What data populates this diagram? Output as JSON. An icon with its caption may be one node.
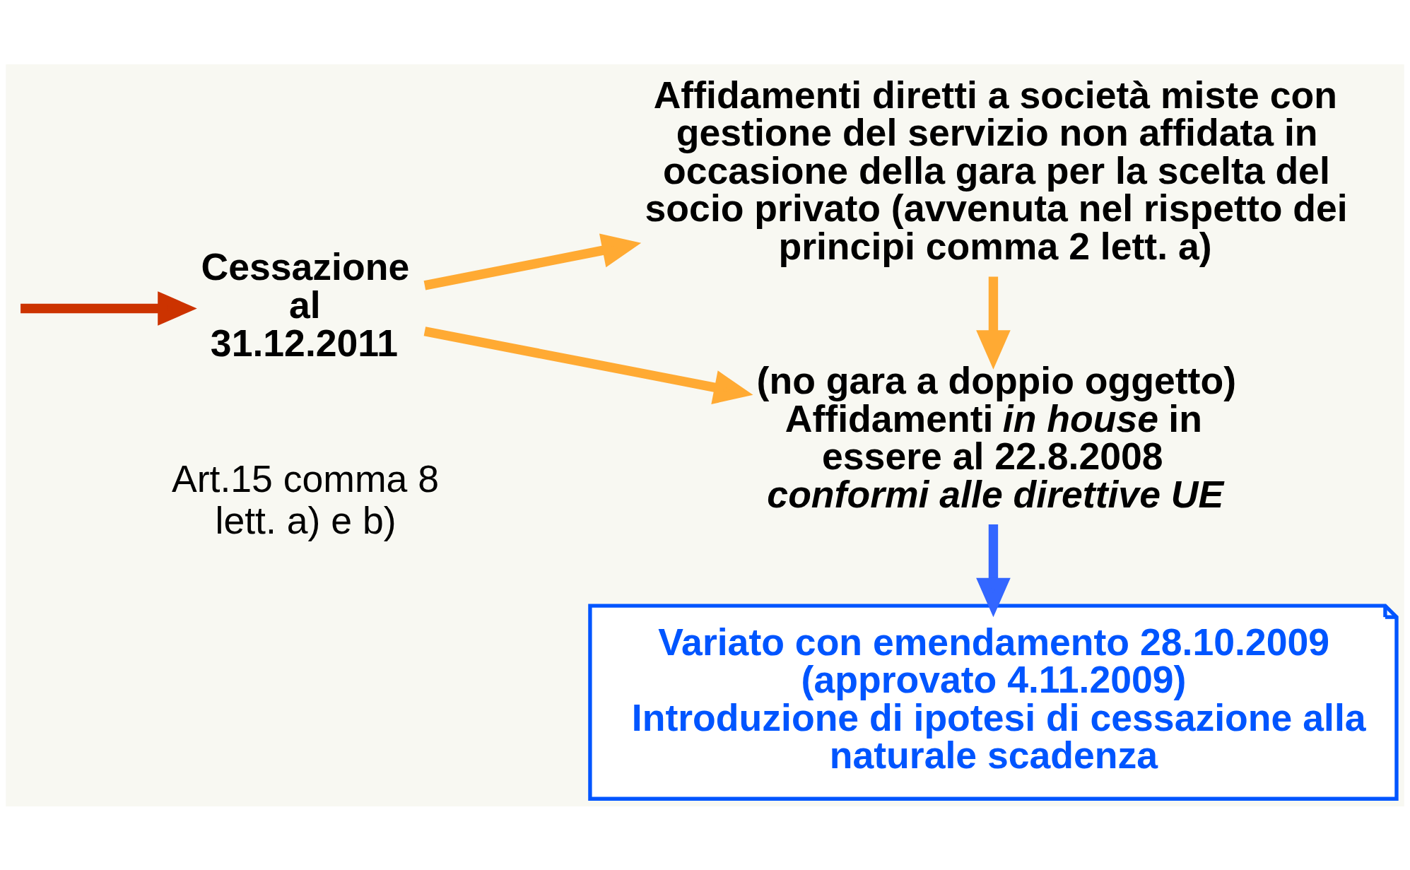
{
  "diagram": {
    "nodes": [
      {
        "text": [
          "Cessazione al 31.12.2011"
        ],
        "beside": [
          "Art.15 comma 8 lett. a) e b)"
        ]
      },
      {
        "text": [
          "Affidamenti diretti a società miste con gestione del servizio non affidata in occasione della gara per la scelta del socio privato (avvenuta nel rispetto dei principi comma 2 lett. a)"
        ]
      },
      {
        "text": [
          "(no gara a doppio oggetto)",
          "Affidamenti *in house* in essere al 22.8.2008",
          "conformi alle direttive UE"
        ]
      },
      {
        "text": [
          "Variato con emendamento 28.10.2009 (approvato 4.11.2009)",
          "Introduzione di ipotesi di cessazione alla naturale scadenza"
        ]
      }
    ],
    "edges": [
      {
        "from": null,
        "to": 0,
        "arrow": "to",
        "color": "#cc3300"
      },
      {
        "from": 0,
        "to": 1,
        "arrow": "to",
        "color": "#ffaa33"
      },
      {
        "from": 0,
        "to": 2,
        "arrow": "to",
        "color": "#ffaa33"
      },
      {
        "from": 1,
        "to": 2,
        "arrow": "to",
        "color": "#ffaa33"
      },
      {
        "from": 2,
        "to": 3,
        "arrow": "to",
        "color": "#3366ff"
      }
    ]
  }
}
